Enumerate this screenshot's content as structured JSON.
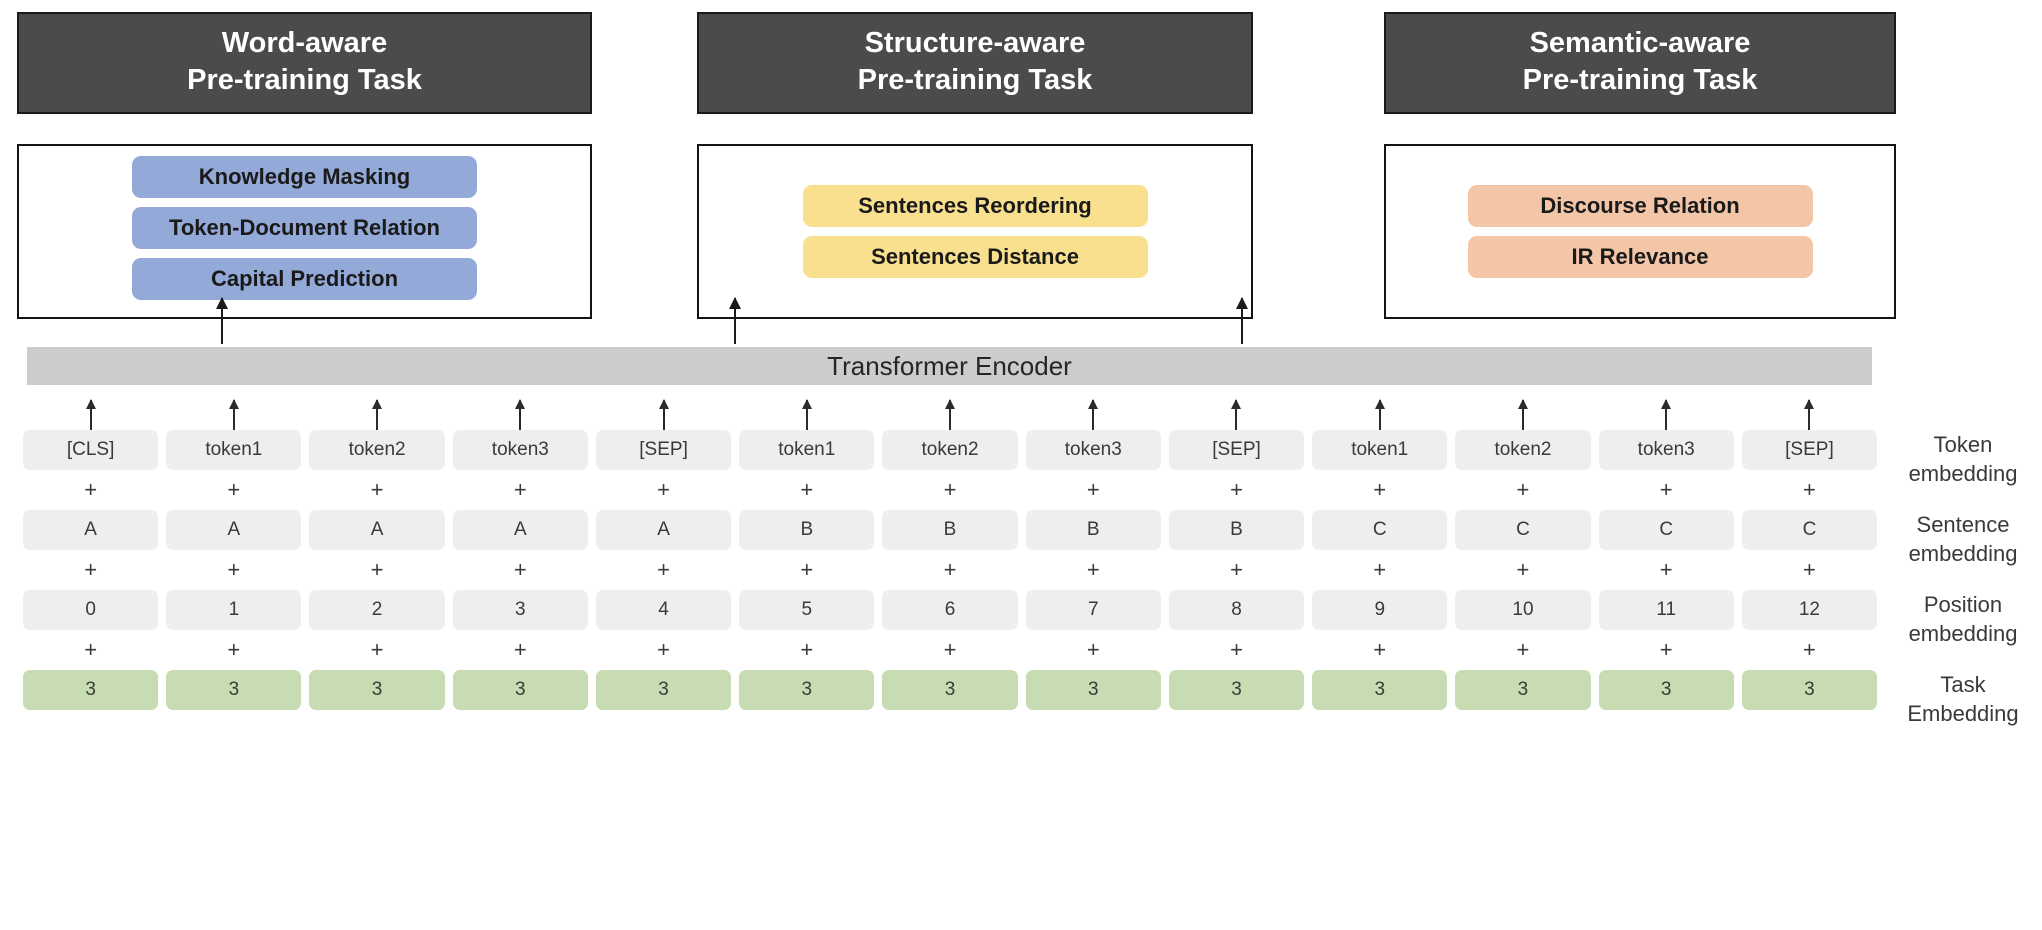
{
  "tasks": [
    {
      "title_line1": "Word-aware",
      "title_line2": "Pre-training Task",
      "pill_color": "#93a9d8",
      "items": [
        "Knowledge  Masking",
        "Token-Document Relation",
        "Capital  Prediction"
      ]
    },
    {
      "title_line1": "Structure-aware",
      "title_line2": "Pre-training Task",
      "pill_color": "#f9e08f",
      "items": [
        "Sentences Reordering",
        "Sentences Distance"
      ]
    },
    {
      "title_line1": "Semantic-aware",
      "title_line2": "Pre-training Task",
      "pill_color": "#f2c6a7",
      "items": [
        "Discourse Relation",
        "IR Relevance"
      ]
    }
  ],
  "encoder": {
    "label": "Transformer Encoder",
    "color": "#cccccc"
  },
  "embeddings": {
    "plus_symbol": "+",
    "token_row": [
      "[CLS]",
      "token1",
      "token2",
      "token3",
      "[SEP]",
      "token1",
      "token2",
      "token3",
      "[SEP]",
      "token1",
      "token2",
      "token3",
      "[SEP]"
    ],
    "sentence_row": [
      "A",
      "A",
      "A",
      "A",
      "A",
      "B",
      "B",
      "B",
      "B",
      "C",
      "C",
      "C",
      "C"
    ],
    "position_row": [
      "0",
      "1",
      "2",
      "3",
      "4",
      "5",
      "6",
      "7",
      "8",
      "9",
      "10",
      "11",
      "12"
    ],
    "task_row": [
      "3",
      "3",
      "3",
      "3",
      "3",
      "3",
      "3",
      "3",
      "3",
      "3",
      "3",
      "3",
      "3"
    ],
    "cell_color": "#eeeeef",
    "task_cell_color": "#c7dcb2"
  },
  "row_labels": [
    {
      "line1": "Token",
      "line2": "embedding"
    },
    {
      "line1": "Sentence",
      "line2": "embedding"
    },
    {
      "line1": "Position",
      "line2": "embedding"
    },
    {
      "line1": "Task",
      "line2": "Embedding"
    }
  ]
}
